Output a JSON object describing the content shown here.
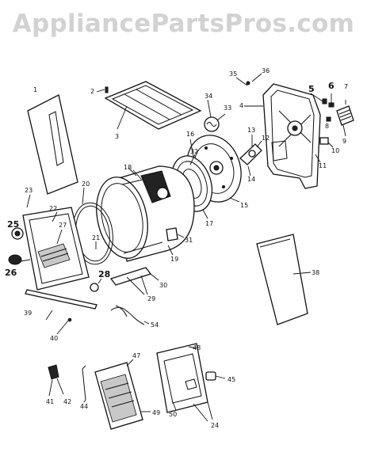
{
  "watermark": "AppliancePartsPros.com",
  "labels": {
    "l1": "1",
    "l2": "2",
    "l3": "3",
    "l4": "4",
    "l5": "5",
    "l6": "6",
    "l7": "7",
    "l8": "8",
    "l9": "9",
    "l10": "10",
    "l11": "11",
    "l12": "12",
    "l13": "13",
    "l14": "14",
    "l15": "15",
    "l16": "16",
    "l17": "17",
    "l18": "18",
    "l19": "19",
    "l20": "20",
    "l21": "21",
    "l22": "22",
    "l23": "23",
    "l24": "24",
    "l25": "25",
    "l26": "26",
    "l27": "27",
    "l28": "28",
    "l29": "29",
    "l30": "30",
    "l31": "31",
    "l32": "32",
    "l33": "33",
    "l34": "34",
    "l35": "35",
    "l36": "36",
    "l38": "38",
    "l39": "39",
    "l40": "40",
    "l41": "41",
    "l42": "42",
    "l44": "44",
    "l45": "45",
    "l47": "47",
    "l48": "48",
    "l49": "49",
    "l50": "50",
    "l54": "54"
  },
  "colors": {
    "line": "#111111",
    "watermark": "#d2d2d2",
    "background": "#ffffff"
  }
}
